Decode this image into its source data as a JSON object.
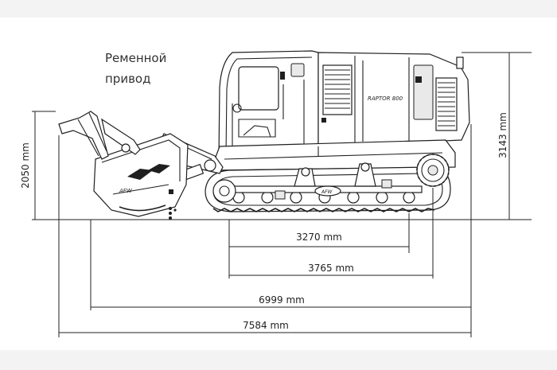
{
  "caption": {
    "line1": "Ременной",
    "line2": "привод"
  },
  "machine": {
    "model_label": "RAPTOR 800",
    "brand_badge": "AFW"
  },
  "dimensions": {
    "height_front": "2050 mm",
    "height_total": "3143 mm",
    "track_contact": "3270 mm",
    "track_length": "3765 mm",
    "length_body": "6999 mm",
    "length_total": "7584 mm"
  }
}
